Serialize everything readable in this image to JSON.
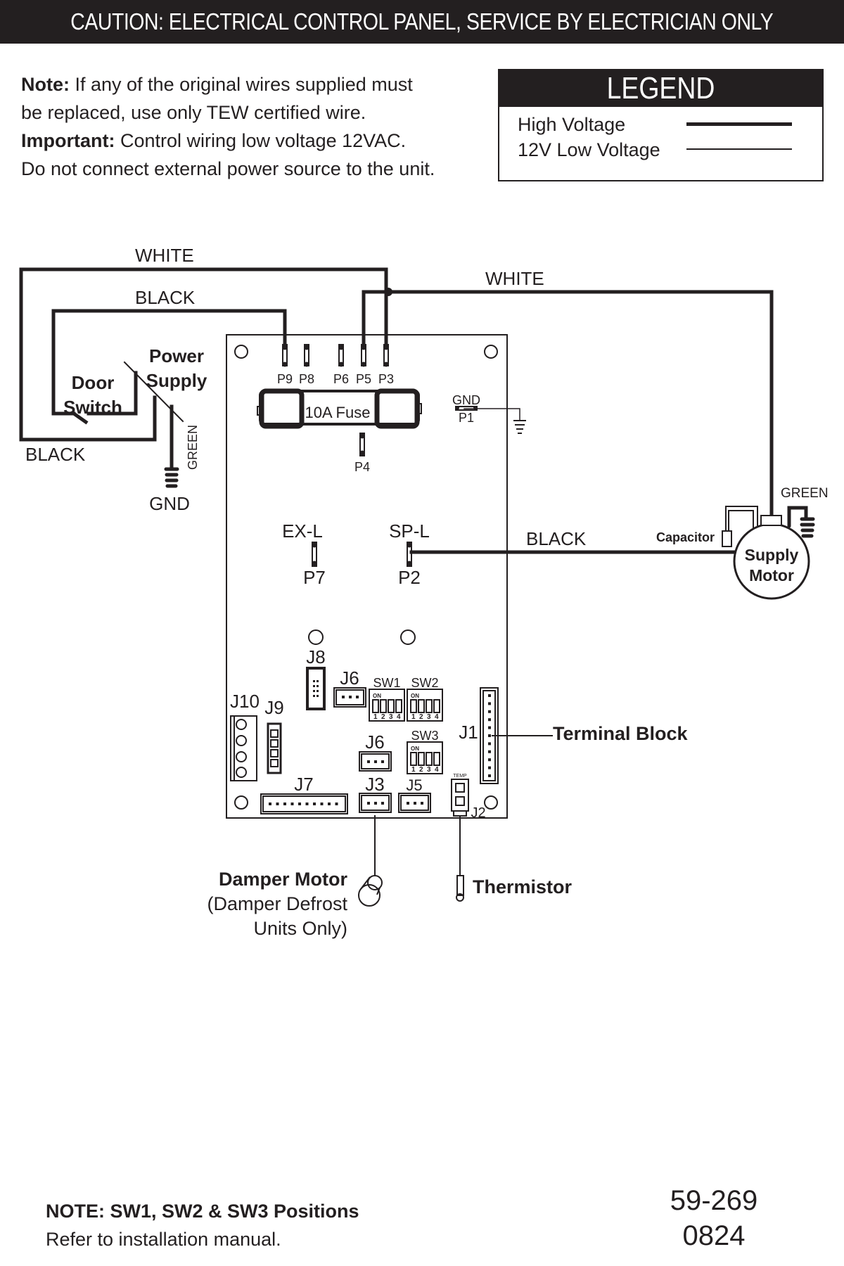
{
  "header": {
    "caution": "CAUTION: ELECTRICAL CONTROL PANEL, SERVICE BY ELECTRICIAN ONLY"
  },
  "notes": {
    "note_label": "Note:",
    "note_text_1": " If any of the original wires supplied must",
    "note_text_2": "be replaced, use only TEW certified wire.",
    "important_label": "Important:",
    "important_text": " Control wiring low voltage 12VAC.",
    "warning_text": "Do not connect external power source to the unit."
  },
  "legend": {
    "title": "LEGEND",
    "items": [
      {
        "label": "High Voltage",
        "line": "thick"
      },
      {
        "label": "12V Low Voltage",
        "line": "thin"
      }
    ]
  },
  "diagram": {
    "wire_labels": {
      "white_top": "WHITE",
      "black_top": "BLACK",
      "white_right": "WHITE",
      "black_left": "BLACK",
      "black_motor": "BLACK",
      "green_ps": "GREEN",
      "green_motor": "GREEN"
    },
    "components": {
      "door_switch": "Door\nSwitch",
      "door_switch_l1": "Door",
      "door_switch_l2": "Switch",
      "power_supply_l1": "Power",
      "power_supply_l2": "Supply",
      "gnd": "GND",
      "fuse": "10A Fuse",
      "capacitor": "Capacitor",
      "supply_motor_l1": "Supply",
      "supply_motor_l2": "Motor",
      "terminal_block": "Terminal Block",
      "damper_motor": "Damper Motor",
      "damper_note_l1": "(Damper Defrost",
      "damper_note_l2": "Units Only)",
      "thermistor": "Thermistor"
    },
    "pins": {
      "p9": "P9",
      "p8": "P8",
      "p6": "P6",
      "p5": "P5",
      "p3": "P3",
      "p4": "P4",
      "p1": "P1",
      "gnd_p1": "GND",
      "p7": "P7",
      "p2": "P2",
      "exl": "EX-L",
      "spl": "SP-L"
    },
    "connectors": {
      "j8": "J8",
      "j6a": "J6",
      "j6b": "J6",
      "j10": "J10",
      "j9": "J9",
      "j7": "J7",
      "j3": "J3",
      "j5": "J5",
      "j1": "J1",
      "j2": "J2",
      "sw1": "SW1",
      "sw2": "SW2",
      "sw3": "SW3",
      "temp": "TEMP",
      "dip_on": "ON",
      "dip_nums": [
        "1",
        "2",
        "3",
        "4"
      ]
    }
  },
  "footer": {
    "note_title": "NOTE: SW1, SW2 & SW3 Positions",
    "note_text": "Refer to installation manual.",
    "doc_number": "59-269",
    "doc_date": "0824"
  }
}
